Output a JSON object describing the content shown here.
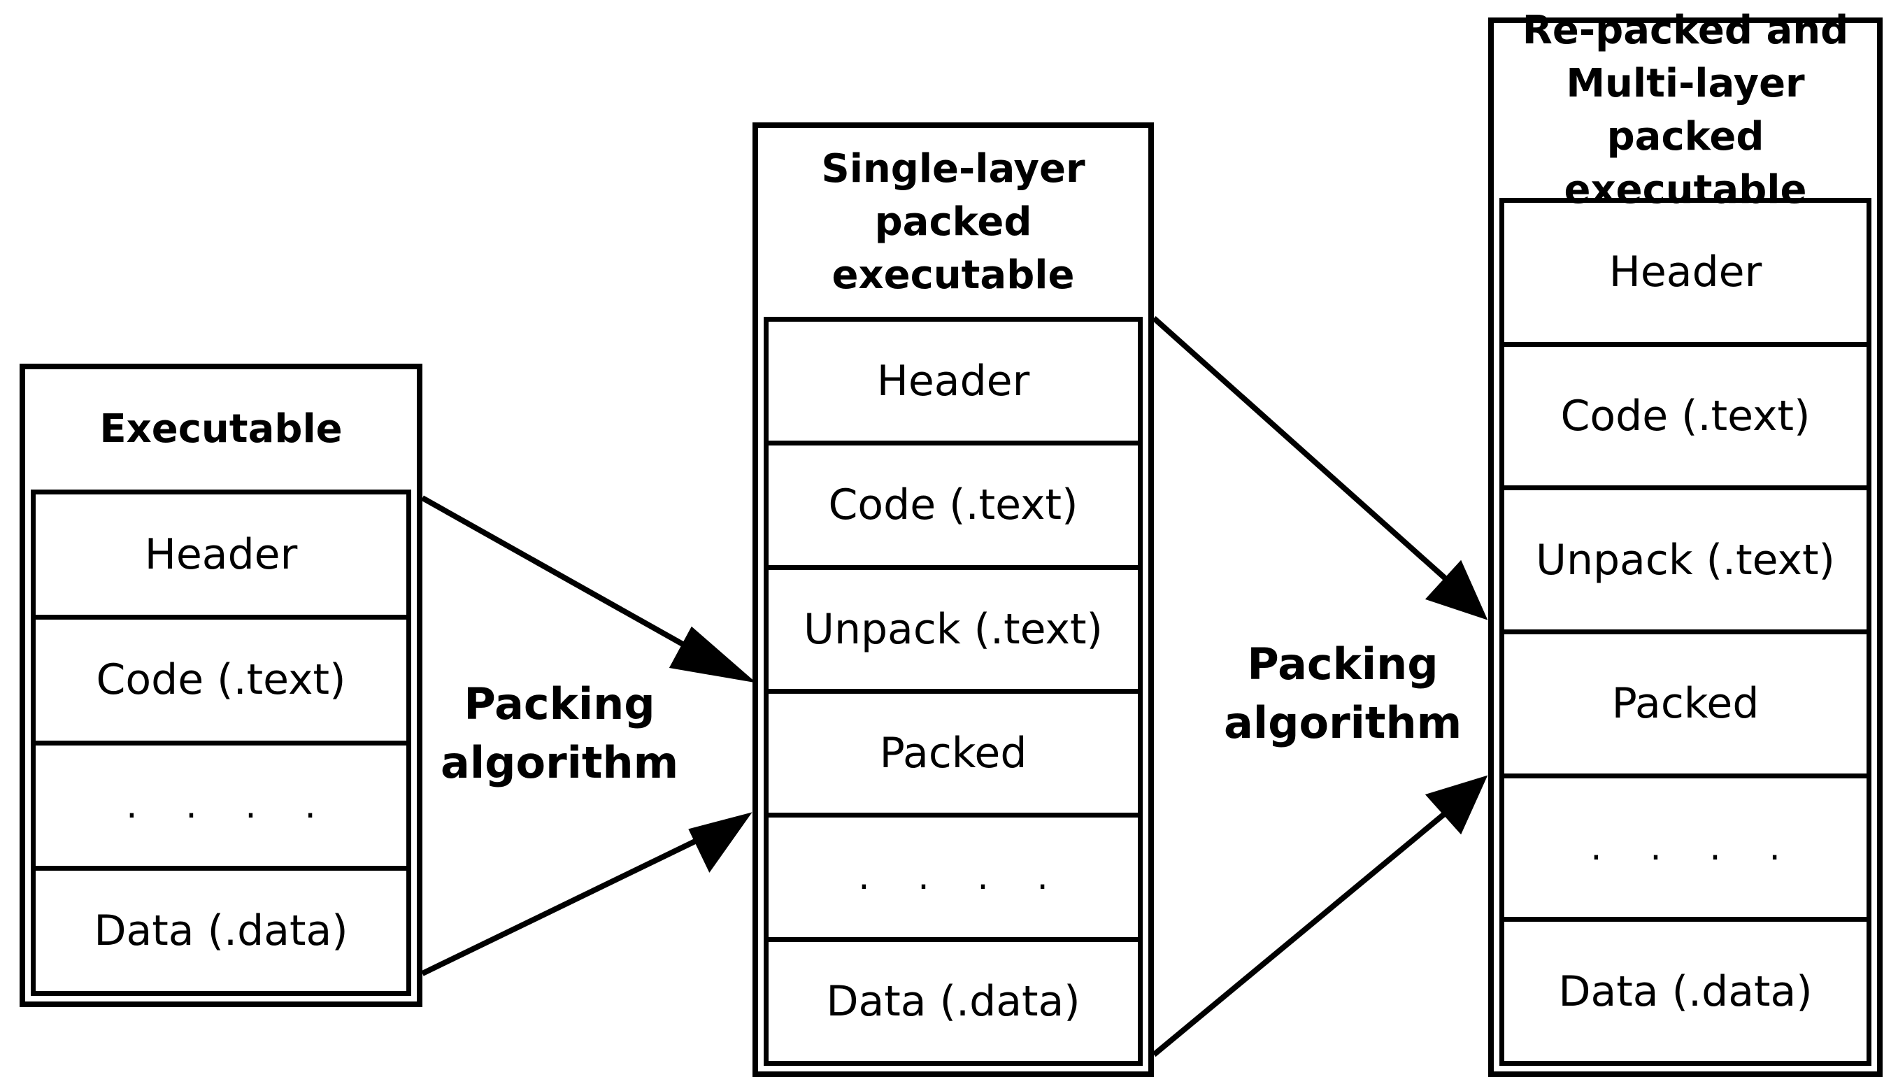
{
  "stages": [
    {
      "title": "Executable",
      "sections": [
        "Header",
        "Code (.text)",
        ". . . .",
        "Data (.data)"
      ]
    },
    {
      "title": "Single-layer packed executable",
      "sections": [
        "Header",
        "Code (.text)",
        "Unpack (.text)",
        "Packed",
        ". . . .",
        "Data (.data)"
      ]
    },
    {
      "title": "Re-packed and Multi-layer packed executable",
      "sections": [
        "Header",
        "Code (.text)",
        "Unpack (.text)",
        "Packed",
        ". . . .",
        "Data (.data)"
      ]
    }
  ],
  "transitions": [
    {
      "label": "Packing algorithm"
    },
    {
      "label": "Packing algorithm"
    }
  ]
}
